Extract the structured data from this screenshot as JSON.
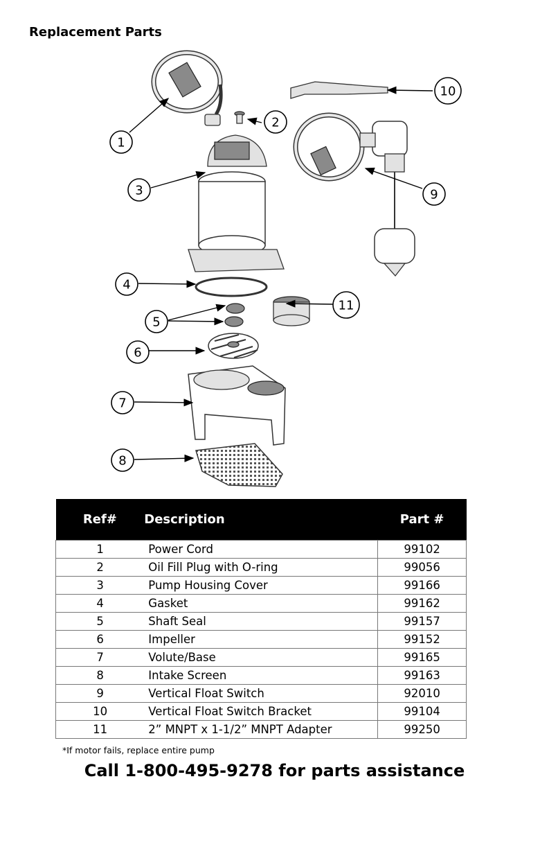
{
  "page": {
    "title": "Replacement Parts",
    "footnote": "*If motor fails, replace entire pump",
    "call_line": "Call 1-800-495-9278 for parts assistance"
  },
  "diagram": {
    "callouts": [
      "1",
      "2",
      "3",
      "4",
      "5",
      "6",
      "7",
      "8",
      "9",
      "10",
      "11"
    ]
  },
  "table": {
    "headers": {
      "ref": "Ref#",
      "description": "Description",
      "part": "Part #"
    },
    "rows": [
      {
        "ref": "1",
        "description": "Power Cord",
        "part": "99102"
      },
      {
        "ref": "2",
        "description": "Oil Fill Plug with O-ring",
        "part": "99056"
      },
      {
        "ref": "3",
        "description": "Pump Housing Cover",
        "part": "99166"
      },
      {
        "ref": "4",
        "description": "Gasket",
        "part": "99162"
      },
      {
        "ref": "5",
        "description": "Shaft Seal",
        "part": "99157"
      },
      {
        "ref": "6",
        "description": "Impeller",
        "part": "99152"
      },
      {
        "ref": "7",
        "description": "Volute/Base",
        "part": "99165"
      },
      {
        "ref": "8",
        "description": "Intake Screen",
        "part": "99163"
      },
      {
        "ref": "9",
        "description": "Vertical Float Switch",
        "part": "92010"
      },
      {
        "ref": "10",
        "description": "Vertical Float Switch Bracket",
        "part": "99104"
      },
      {
        "ref": "11",
        "description": "2” MNPT x 1-1/2” MNPT Adapter",
        "part": "99250"
      }
    ]
  }
}
